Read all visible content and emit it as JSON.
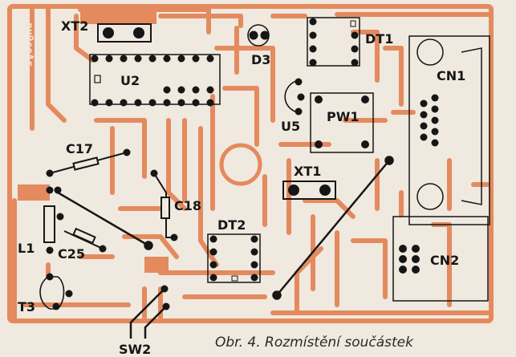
{
  "colors": {
    "paper": "#efe9df",
    "copper": "#e48a5e",
    "ink": "#161616",
    "pad_hole": "#f3e8dc"
  },
  "mirror_text": "nu9coAr",
  "caption": "Obr. 4. Rozmístění součástek",
  "components": {
    "xt2": "XT2",
    "u2": "U2",
    "d3": "D3",
    "dt1": "DT1",
    "cn1": "CN1",
    "u5": "U5",
    "pw1": "PW1",
    "c17": "C17",
    "c18": "C18",
    "xt1": "XT1",
    "dt2": "DT2",
    "l1": "L1",
    "c25": "C25",
    "cn2": "CN2",
    "t3": "T3",
    "sw2": "SW2"
  }
}
